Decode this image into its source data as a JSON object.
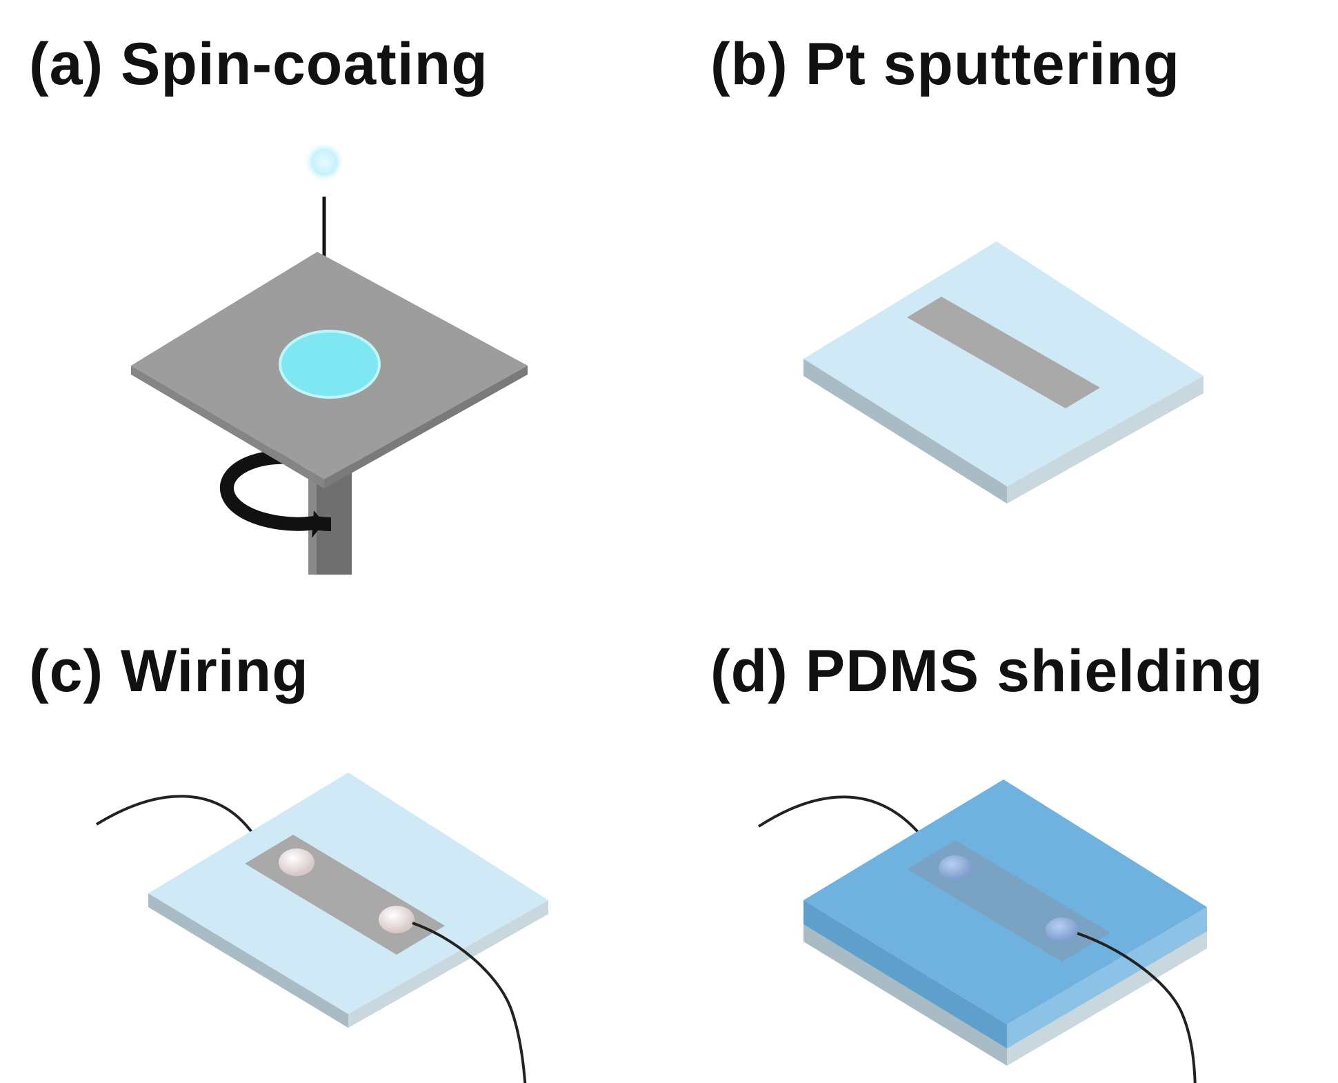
{
  "panels": [
    {
      "id": "a",
      "title": "(a) Spin-coating"
    },
    {
      "id": "b",
      "title": "(b) Pt sputtering"
    },
    {
      "id": "c",
      "title": "(c) Wiring"
    },
    {
      "id": "d",
      "title": "(d) PDMS shielding"
    }
  ],
  "colors": {
    "substrate_top": "#cfe9f6",
    "substrate_side": "#a9bcc6",
    "pdms_top": "#6fb2e0",
    "pt_film": "#a9a9a9",
    "spin_plate": "#9a9a9a",
    "solution_drop": "#7fe6f3",
    "wire": "#222222"
  }
}
